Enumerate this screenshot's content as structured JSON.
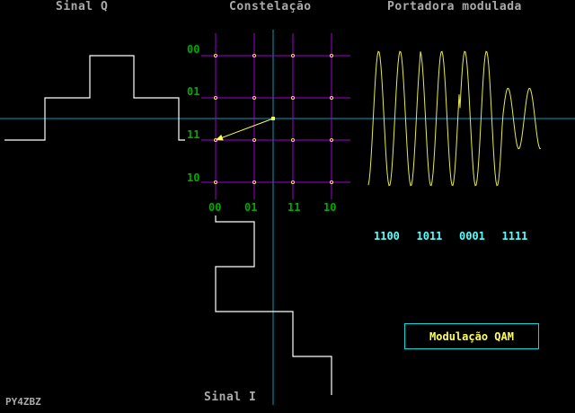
{
  "titles": {
    "signal_q": "Sinal Q",
    "constellation": "Constelação",
    "modulated_carrier": "Portadora modulada",
    "signal_i": "Sinal I"
  },
  "constellation": {
    "q_labels": [
      "00",
      "01",
      "11",
      "10"
    ],
    "i_labels": [
      "00",
      "01",
      "11",
      "10"
    ],
    "current_point": {
      "i": "00",
      "q": "11"
    }
  },
  "symbols": [
    "1100",
    "1011",
    "0001",
    "1111"
  ],
  "signal_q_levels": [
    "11",
    "01",
    "00",
    "01",
    "11"
  ],
  "signal_i_levels": [
    "00",
    "01",
    "00",
    "11",
    "10"
  ],
  "carrier_amplitudes": [
    1,
    1,
    1,
    1,
    0.45
  ],
  "mode_label": "Modulação QAM",
  "credit": "PY4ZBZ",
  "colors": {
    "background": "#000000",
    "axis": "#00a0b8",
    "grid": "#a000d0",
    "label_green": "#00aa00",
    "waveform": "#ffffff",
    "carrier": "#e8e850",
    "vector": "#ffff55",
    "symbols": "#55ffff",
    "title": "#aaaaaa"
  }
}
